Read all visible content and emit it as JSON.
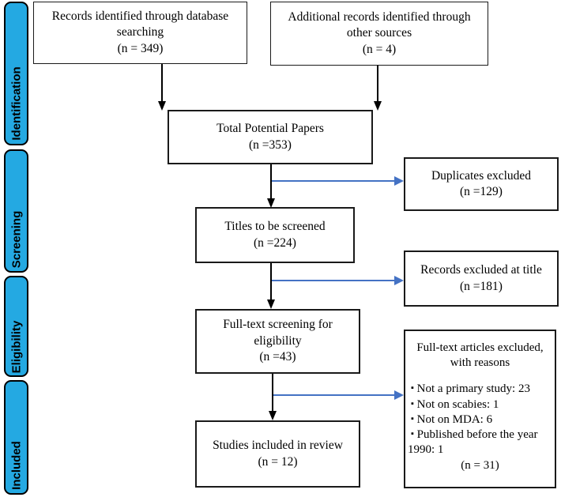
{
  "colors": {
    "sidebar_blue": "#24A9E2",
    "arrow_blue": "#4472C4",
    "line_black": "#000000",
    "box_background": "#FFFFFF"
  },
  "sidebar": {
    "stages": [
      {
        "label": "Identification"
      },
      {
        "label": "Screening"
      },
      {
        "label": "Eligibility"
      },
      {
        "label": "Included"
      }
    ]
  },
  "flow": {
    "records_db": {
      "text": "Records identified through database searching",
      "n": "(n = 349)"
    },
    "records_other": {
      "text": "Additional records identified through other sources",
      "n": "(n = 4)"
    },
    "total": {
      "text": "Total Potential Papers",
      "n": "(n =353)"
    },
    "duplicates": {
      "text": "Duplicates excluded",
      "n": "(n =129)"
    },
    "titles": {
      "text": "Titles to be screened",
      "n": "(n =224)"
    },
    "excluded_title": {
      "text": "Records excluded at title",
      "n": "(n =181)"
    },
    "fulltext": {
      "text": "Full-text screening for eligibility",
      "n": "(n =43)"
    },
    "reasons": {
      "title": "Full-text articles excluded, with reasons",
      "bullet": "▪",
      "items": [
        "Not a primary study: 23",
        "Not on scabies: 1",
        "Not on MDA: 6",
        "Published before the year 1990: 1"
      ],
      "n": "(n = 31)"
    },
    "included": {
      "text": "Studies included in review",
      "n": "(n = 12)"
    }
  }
}
